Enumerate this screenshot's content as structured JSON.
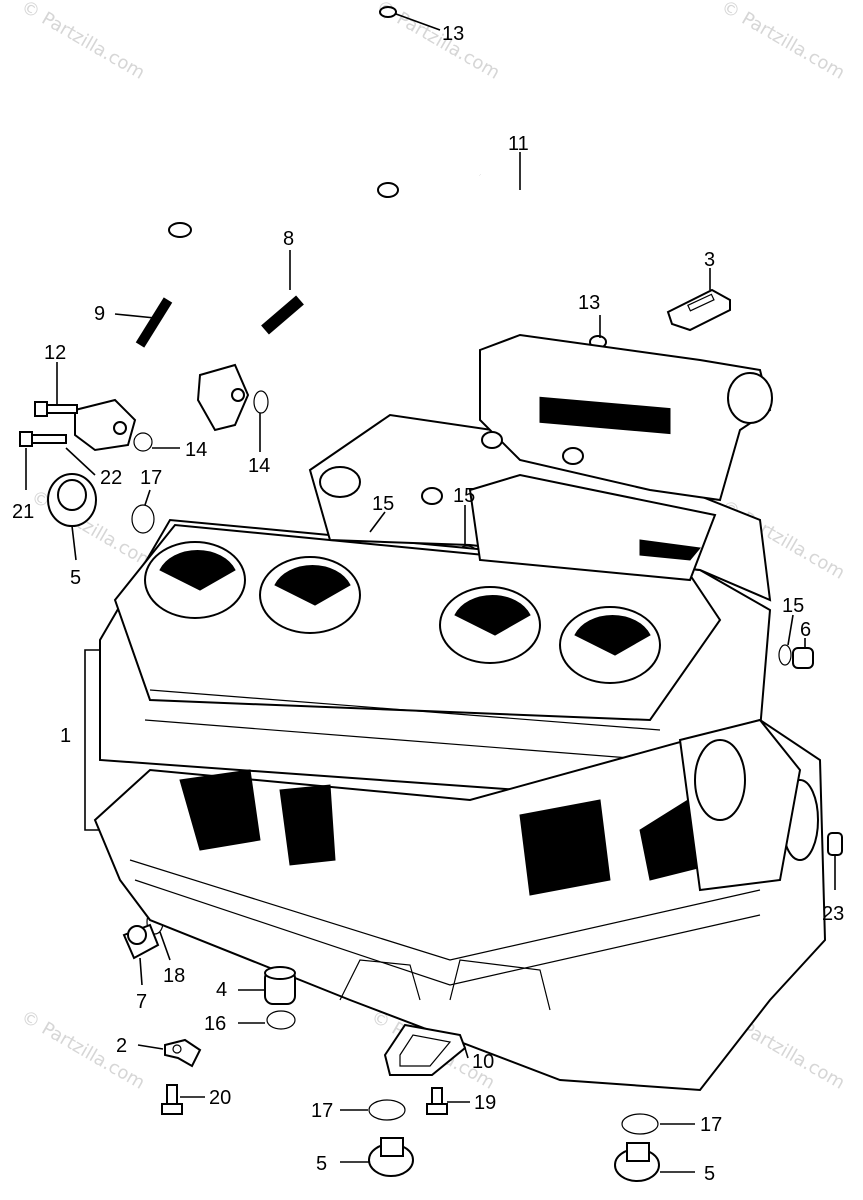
{
  "watermark": "© Partzilla.com",
  "callouts": [
    {
      "id": "c13a",
      "text": "13"
    },
    {
      "id": "c11",
      "text": "11"
    },
    {
      "id": "c8",
      "text": "8"
    },
    {
      "id": "c3",
      "text": "3"
    },
    {
      "id": "c9",
      "text": "9"
    },
    {
      "id": "c13b",
      "text": "13"
    },
    {
      "id": "c12",
      "text": "12"
    },
    {
      "id": "c14a",
      "text": "14"
    },
    {
      "id": "c14b",
      "text": "14"
    },
    {
      "id": "c22",
      "text": "22"
    },
    {
      "id": "c17a",
      "text": "17"
    },
    {
      "id": "c21",
      "text": "21"
    },
    {
      "id": "c15a",
      "text": "15"
    },
    {
      "id": "c15b",
      "text": "15"
    },
    {
      "id": "c5a",
      "text": "5"
    },
    {
      "id": "c15c",
      "text": "15"
    },
    {
      "id": "c6",
      "text": "6"
    },
    {
      "id": "c1",
      "text": "1"
    },
    {
      "id": "c23",
      "text": "23"
    },
    {
      "id": "c18",
      "text": "18"
    },
    {
      "id": "c7",
      "text": "7"
    },
    {
      "id": "c4",
      "text": "4"
    },
    {
      "id": "c16",
      "text": "16"
    },
    {
      "id": "c2",
      "text": "2"
    },
    {
      "id": "c10",
      "text": "10"
    },
    {
      "id": "c20",
      "text": "20"
    },
    {
      "id": "c17b",
      "text": "17"
    },
    {
      "id": "c19",
      "text": "19"
    },
    {
      "id": "c17c",
      "text": "17"
    },
    {
      "id": "c5b",
      "text": "5"
    },
    {
      "id": "c5c",
      "text": "5"
    }
  ]
}
